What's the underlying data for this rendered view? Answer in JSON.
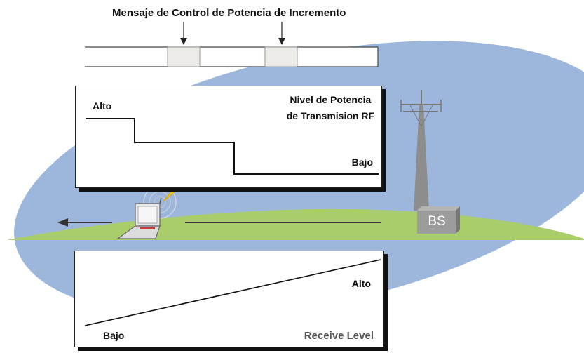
{
  "header": {
    "title": "Mensaje de Control de Potencia de Incremento"
  },
  "tx_panel": {
    "title_line1": "Nivel de Potencia",
    "title_line2": "de Transmision RF",
    "high_label": "Alto",
    "low_label": "Bajo"
  },
  "rx_panel": {
    "title": "Receive Level",
    "high_label": "Alto",
    "low_label": "Bajo"
  },
  "base_station": {
    "label": "BS"
  },
  "colors": {
    "coverage": "#9db7dc",
    "ground": "#a9cd6b",
    "message_box": "#ecebe8",
    "tower": "#8d8d8d",
    "lightning": "#f4d11a"
  },
  "icons": [
    "down-arrow-icon",
    "lightning-icon",
    "laptop-icon",
    "tower-icon",
    "left-arrow-icon"
  ]
}
